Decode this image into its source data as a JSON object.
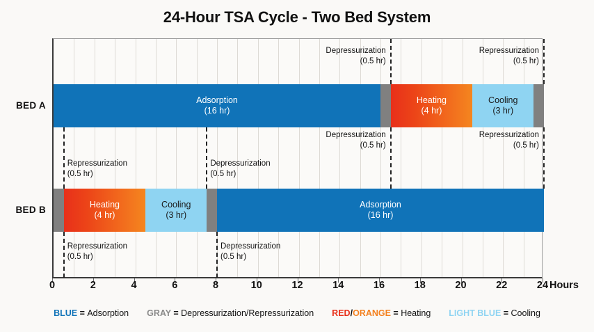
{
  "chart_data": {
    "type": "bar",
    "title": "24-Hour TSA Cycle - Two Bed System",
    "xlabel": "Hours",
    "ylabel": "",
    "xlim": [
      0,
      24
    ],
    "xticks": [
      "0",
      "2",
      "4",
      "6",
      "8",
      "10",
      "12",
      "14",
      "16",
      "18",
      "20",
      "22",
      "24"
    ],
    "xtick_values": [
      0,
      2,
      4,
      6,
      8,
      10,
      12,
      14,
      16,
      18,
      20,
      22,
      24
    ],
    "grid": true,
    "legend_position": "bottom",
    "categories": [
      "BED A",
      "BED B"
    ],
    "series": [
      {
        "name": "BED A",
        "segments": [
          {
            "label": "Adsorption",
            "duration": "(16 hr)",
            "start": 0,
            "end": 16,
            "hours": 16,
            "color": "#1073b8",
            "color_name": "blue",
            "show_label": true
          },
          {
            "label": "Depressurization",
            "duration": "(0.5 hr)",
            "start": 16,
            "end": 16.5,
            "hours": 0.5,
            "color": "#808080",
            "color_name": "gray",
            "show_label": false
          },
          {
            "label": "Heating",
            "duration": "(4 hr)",
            "start": 16.5,
            "end": 20.5,
            "hours": 4,
            "color": "#e8301a",
            "color_name": "red-orange",
            "show_label": true
          },
          {
            "label": "Cooling",
            "duration": "(3 hr)",
            "start": 20.5,
            "end": 23.5,
            "hours": 3,
            "color": "#8fd4f2",
            "color_name": "light-blue",
            "show_label": true
          },
          {
            "label": "Repressurization",
            "duration": "(0.5 hr)",
            "start": 23.5,
            "end": 24,
            "hours": 0.5,
            "color": "#808080",
            "color_name": "gray",
            "show_label": false
          }
        ]
      },
      {
        "name": "BED B",
        "segments": [
          {
            "label": "Repressurization",
            "duration": "(0.5 hr)",
            "start": 0,
            "end": 0.5,
            "hours": 0.5,
            "color": "#808080",
            "color_name": "gray",
            "show_label": false
          },
          {
            "label": "Heating",
            "duration": "(4 hr)",
            "start": 0.5,
            "end": 4.5,
            "hours": 4,
            "color": "#e8301a",
            "color_name": "red-orange",
            "show_label": true
          },
          {
            "label": "Cooling",
            "duration": "(3 hr)",
            "start": 4.5,
            "end": 7.5,
            "hours": 3,
            "color": "#8fd4f2",
            "color_name": "light-blue",
            "show_label": true
          },
          {
            "label": "Depressurization",
            "duration": "(0.5 hr)",
            "start": 7.5,
            "end": 8,
            "hours": 0.5,
            "color": "#808080",
            "color_name": "gray",
            "show_label": false
          },
          {
            "label": "Adsorption",
            "duration": "(16 hr)",
            "start": 8,
            "end": 24,
            "hours": 16,
            "color": "#1073b8",
            "color_name": "blue",
            "show_label": true
          }
        ]
      }
    ],
    "annotations": [
      {
        "id": "a-depress-top",
        "label": "Depressurization",
        "duration": "(0.5 hr)",
        "at": 16.5,
        "align": "right",
        "band": "top"
      },
      {
        "id": "a-repress-top",
        "label": "Repressurization",
        "duration": "(0.5 hr)",
        "at": 24,
        "align": "right",
        "band": "top"
      },
      {
        "id": "b-repress-mid",
        "label": "Repressurization",
        "duration": "(0.5 hr)",
        "at": 0.5,
        "align": "left",
        "band": "middle"
      },
      {
        "id": "b-depress-mid",
        "label": "Depressurization",
        "duration": "(0.5 hr)",
        "at": 7.5,
        "align": "left",
        "band": "middle"
      },
      {
        "id": "a-depress-mid",
        "label": "Depressurization",
        "duration": "(0.5 hr)",
        "at": 16.5,
        "align": "right",
        "band": "middle"
      },
      {
        "id": "a-repress-mid",
        "label": "Repressurization",
        "duration": "(0.5 hr)",
        "at": 24,
        "align": "right",
        "band": "middle"
      },
      {
        "id": "b-repress-bot",
        "label": "Repressurization",
        "duration": "(0.5 hr)",
        "at": 0.5,
        "align": "left",
        "band": "bottom"
      },
      {
        "id": "b-depress-bot",
        "label": "Depressurization",
        "duration": "(0.5 hr)",
        "at": 8,
        "align": "left",
        "band": "bottom"
      }
    ],
    "legend": [
      {
        "key": "BLUE",
        "key_color": "#1073b8",
        "separator": " = ",
        "value": "Adsorption"
      },
      {
        "key": "GRAY",
        "key_color": "#8a8a8a",
        "separator": " = ",
        "value": "Depressurization/Repressurization"
      },
      {
        "key": "RED",
        "key_color": "#e8301a",
        "key2": "ORANGE",
        "key2_color": "#f4811f",
        "slash": "/",
        "separator": " = ",
        "value": "Heating"
      },
      {
        "key": "LIGHT BLUE",
        "key_color": "#8fd4f2",
        "separator": " = ",
        "value": "Cooling"
      }
    ]
  },
  "colors": {
    "background": "#faf9f7",
    "blue": "#1073b8",
    "gray": "#808080",
    "red": "#e8301a",
    "orange": "#f4811f",
    "light_blue": "#8fd4f2",
    "text": "#111111",
    "gridline": "#dddad5",
    "axis": "#3a3a3a"
  }
}
